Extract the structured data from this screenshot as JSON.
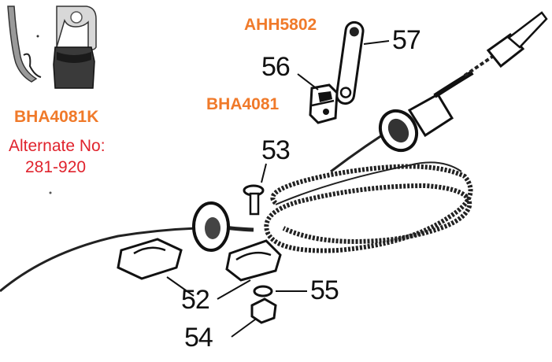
{
  "colors": {
    "part_number": "#F07A2A",
    "alternate": "#E0232D",
    "ink": "#111111",
    "background": "#FFFFFF"
  },
  "part_numbers": {
    "clip_kit": "BHA4081K",
    "upper_link": "AHH5802",
    "clip": "BHA4081"
  },
  "alternate": {
    "label": "Alternate No:",
    "number": "281-920"
  },
  "callouts": {
    "c52": "52",
    "c53": "53",
    "c54": "54",
    "c55": "55",
    "c56": "56",
    "c57": "57"
  },
  "icons": {
    "inset": "clip-photo-inset",
    "cable": "speedometer-cable-coil",
    "clips": "cable-clip-pair"
  }
}
